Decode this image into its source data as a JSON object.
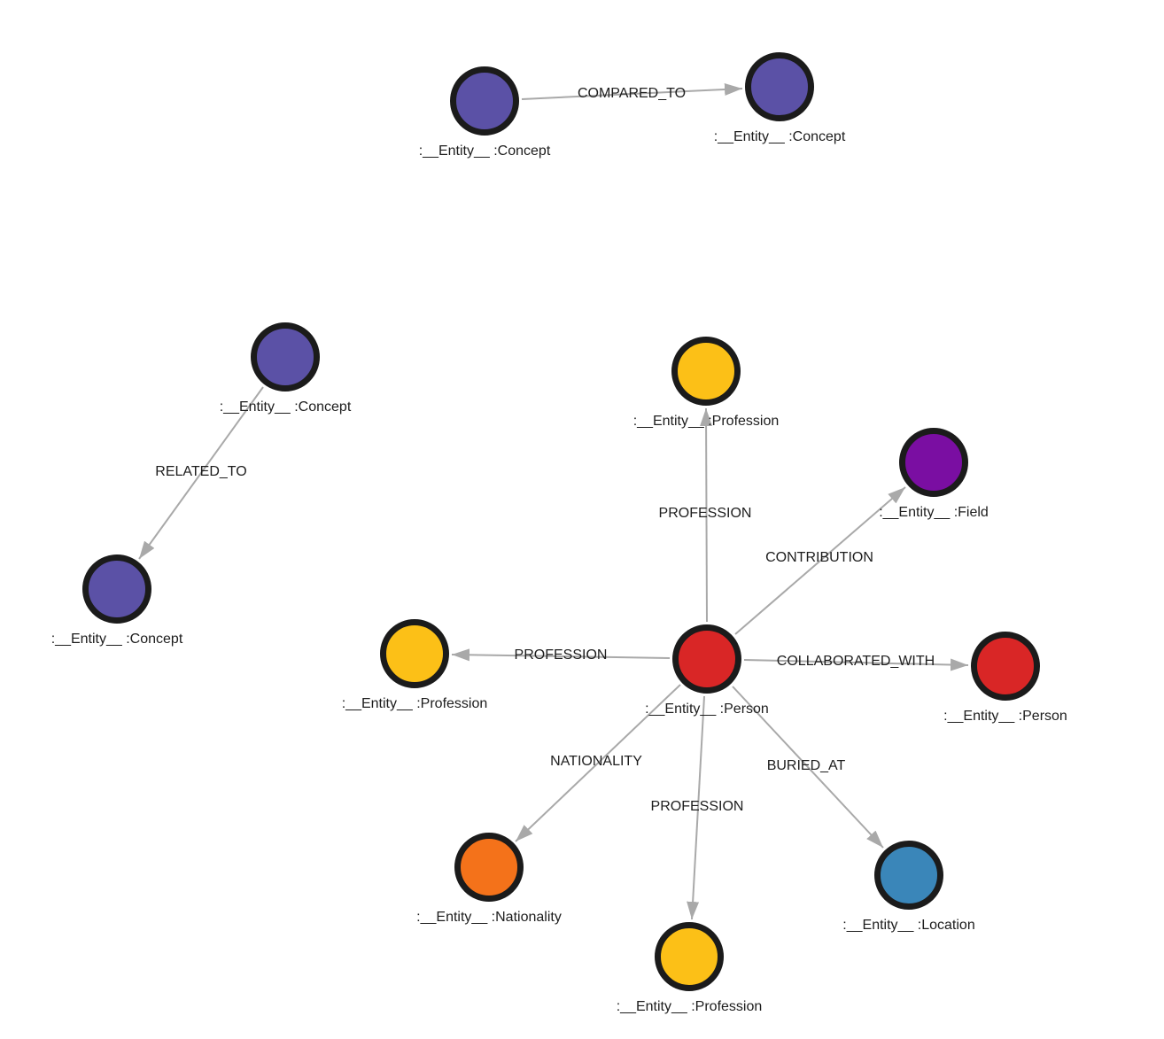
{
  "canvas": {
    "background_color": "#ffffff",
    "edge_color": "#a9a9a9",
    "node_border_color": "#1b1b1b",
    "text_color": "#1d1d1d"
  },
  "graph": {
    "nodes": [
      {
        "id": "concept_top_left",
        "caption": ":__Entity__ :Concept",
        "color": "#5b51a6"
      },
      {
        "id": "concept_top_right",
        "caption": ":__Entity__ :Concept",
        "color": "#5b51a6"
      },
      {
        "id": "concept_mid",
        "caption": ":__Entity__ :Concept",
        "color": "#5b51a6"
      },
      {
        "id": "concept_low",
        "caption": ":__Entity__ :Concept",
        "color": "#5b51a6"
      },
      {
        "id": "profession_top",
        "caption": ":__Entity__ :Profession",
        "color": "#fcc017"
      },
      {
        "id": "field",
        "caption": ":__Entity__ :Field",
        "color": "#7a0ea2"
      },
      {
        "id": "person_center",
        "caption": ":__Entity__ :Person",
        "color": "#d92626"
      },
      {
        "id": "person_right",
        "caption": ":__Entity__ :Person",
        "color": "#d92626"
      },
      {
        "id": "profession_left",
        "caption": ":__Entity__ :Profession",
        "color": "#fcc017"
      },
      {
        "id": "nationality",
        "caption": ":__Entity__ :Nationality",
        "color": "#f4721a"
      },
      {
        "id": "profession_bottom",
        "caption": ":__Entity__ :Profession",
        "color": "#fcc017"
      },
      {
        "id": "location",
        "caption": ":__Entity__ :Location",
        "color": "#3a86b9"
      }
    ],
    "edges": [
      {
        "label": "COMPARED_TO",
        "from": "concept_top_left",
        "to": "concept_top_right"
      },
      {
        "label": "RELATED_TO",
        "from": "concept_mid",
        "to": "concept_low"
      },
      {
        "label": "PROFESSION",
        "from": "person_center",
        "to": "profession_top"
      },
      {
        "label": "CONTRIBUTION",
        "from": "person_center",
        "to": "field"
      },
      {
        "label": "COLLABORATED_WITH",
        "from": "person_center",
        "to": "person_right"
      },
      {
        "label": "PROFESSION",
        "from": "person_center",
        "to": "profession_left"
      },
      {
        "label": "NATIONALITY",
        "from": "person_center",
        "to": "nationality"
      },
      {
        "label": "PROFESSION",
        "from": "person_center",
        "to": "profession_bottom"
      },
      {
        "label": "BURIED_AT",
        "from": "person_center",
        "to": "location"
      }
    ]
  }
}
